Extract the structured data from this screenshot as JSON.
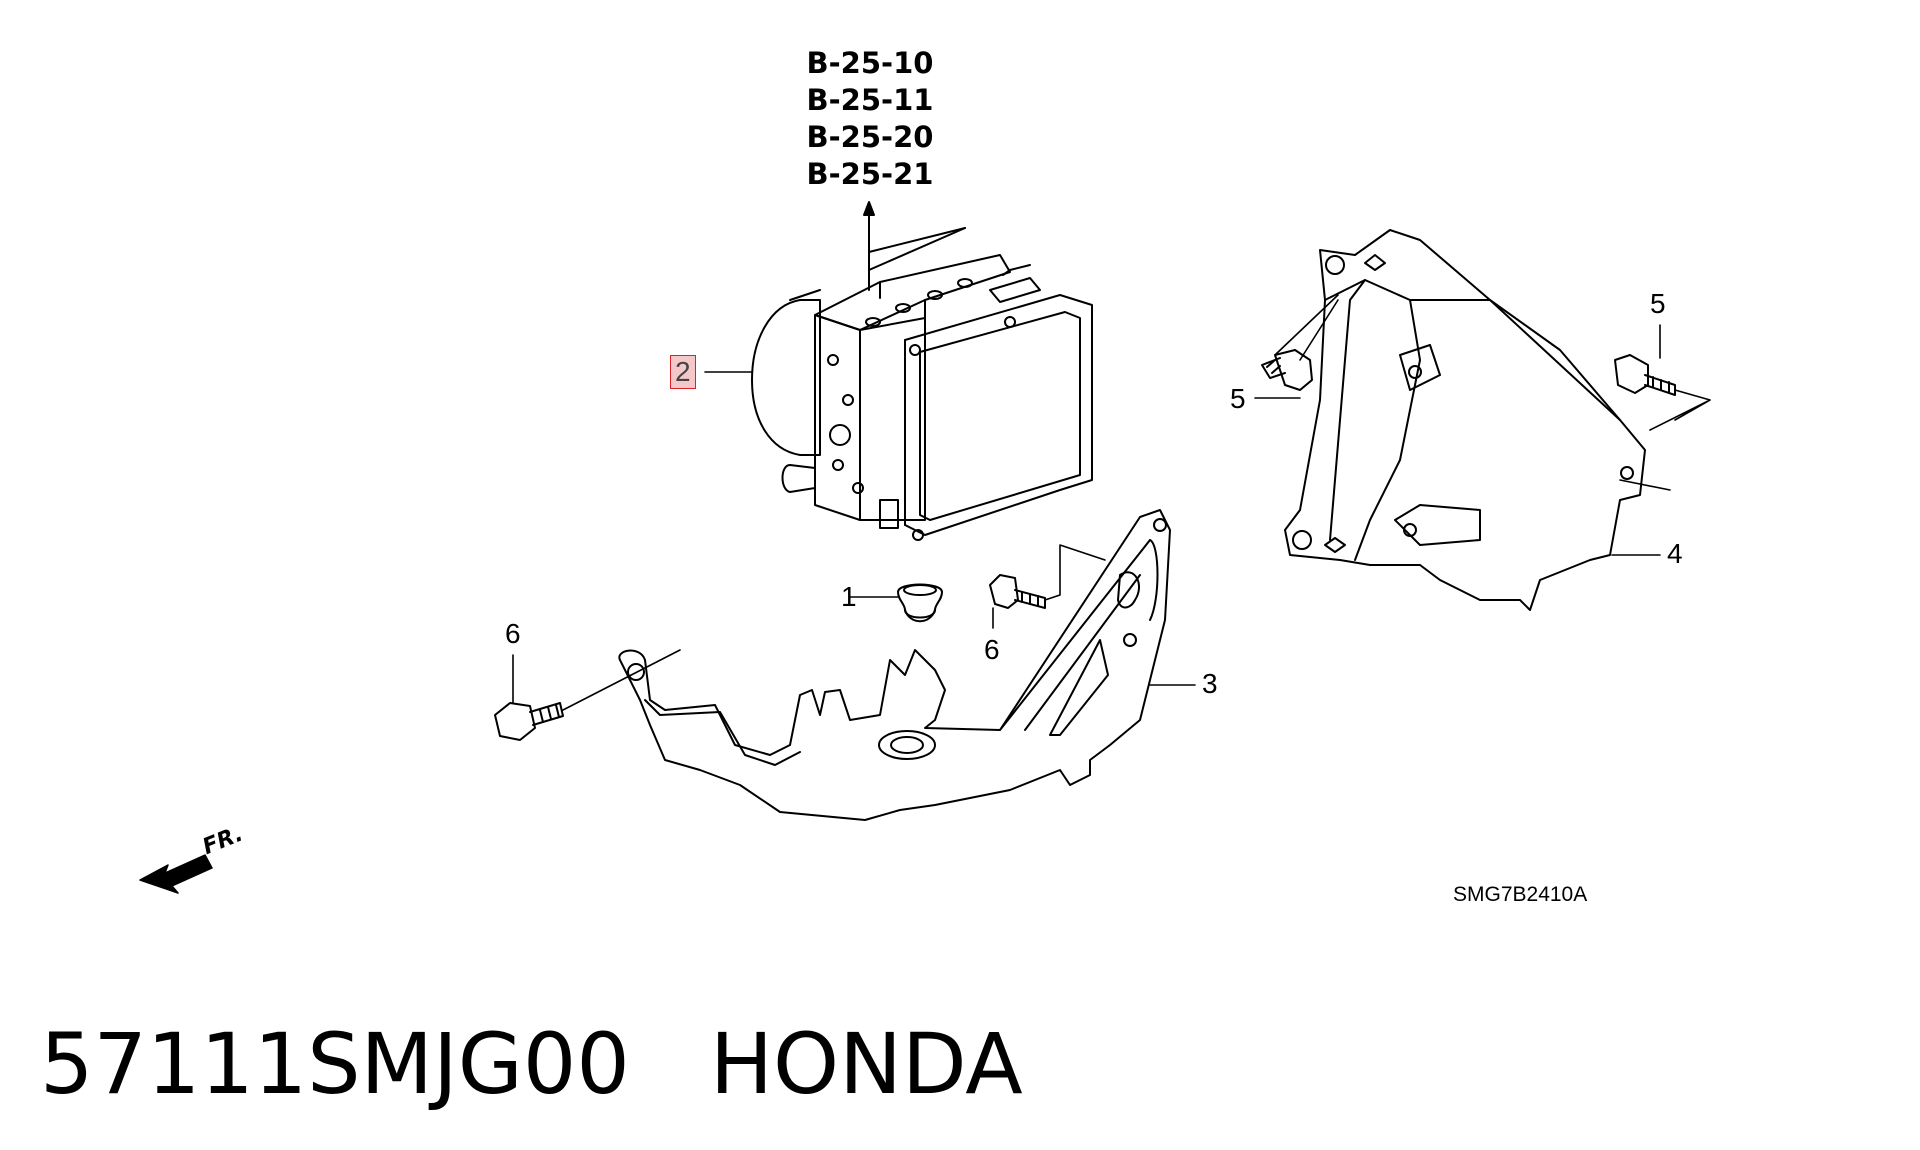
{
  "reference_codes": [
    "B-25-10",
    "B-25-11",
    "B-25-20",
    "B-25-21"
  ],
  "callouts": {
    "c1": "1",
    "c2": "2",
    "c3": "3",
    "c4": "4",
    "c5_left": "5",
    "c5_right": "5",
    "c6_left": "6",
    "c6_mid": "6"
  },
  "direction_label": "FR.",
  "diagram_code": "SMG7B2410A",
  "caption": {
    "part_number": "57111SMJG00",
    "brand": "HONDA"
  },
  "colors": {
    "line": "#000000",
    "highlight_fill": "#f6c7c9",
    "highlight_border": "#d9222a"
  }
}
